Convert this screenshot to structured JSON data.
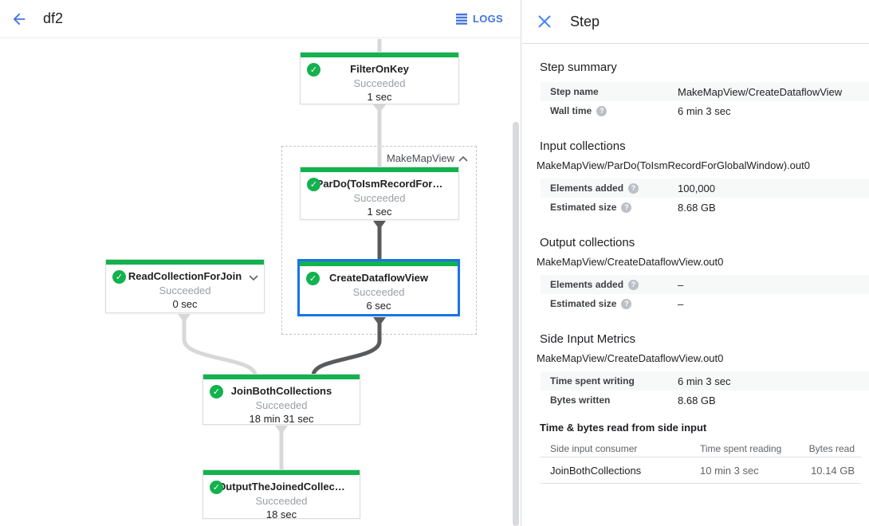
{
  "topbar": {
    "title": "df2",
    "logs_label": "LOGS"
  },
  "panel": {
    "title": "Step",
    "step_summary": {
      "heading": "Step summary",
      "step_name_label": "Step name",
      "step_name_value": "MakeMapView/CreateDataflowView",
      "wall_time_label": "Wall time",
      "wall_time_value": "6 min 3 sec"
    },
    "input_collections": {
      "heading": "Input collections",
      "collection": "MakeMapView/ParDo(ToIsmRecordForGlobalWindow).out0",
      "elements_added_label": "Elements added",
      "elements_added_value": "100,000",
      "estimated_size_label": "Estimated size",
      "estimated_size_value": "8.68 GB"
    },
    "output_collections": {
      "heading": "Output collections",
      "collection": "MakeMapView/CreateDataflowView.out0",
      "elements_added_label": "Elements added",
      "elements_added_value": "–",
      "estimated_size_label": "Estimated size",
      "estimated_size_value": "–"
    },
    "side_input_metrics": {
      "heading": "Side Input Metrics",
      "collection": "MakeMapView/CreateDataflowView.out0",
      "time_writing_label": "Time spent writing",
      "time_writing_value": "6 min 3 sec",
      "bytes_written_label": "Bytes written",
      "bytes_written_value": "8.68 GB"
    },
    "side_input_table": {
      "heading": "Time & bytes read from side input",
      "col_consumer": "Side input consumer",
      "col_time": "Time spent reading",
      "col_bytes": "Bytes read",
      "row_consumer": "JoinBothCollections",
      "row_time": "10 min 3 sec",
      "row_bytes": "10.14 GB"
    }
  },
  "graph": {
    "group_label": "MakeMapView",
    "nodes": {
      "filter_on_key": {
        "title": "FilterOnKey",
        "status": "Succeeded",
        "time": "1 sec"
      },
      "pardo": {
        "title": "ParDo(ToIsmRecordFor…",
        "status": "Succeeded",
        "time": "1 sec"
      },
      "create_dataflow_view": {
        "title": "CreateDataflowView",
        "status": "Succeeded",
        "time": "6 sec"
      },
      "read_collection": {
        "title": "ReadCollectionForJoin",
        "status": "Succeeded",
        "time": "0 sec"
      },
      "join_both": {
        "title": "JoinBothCollections",
        "status": "Succeeded",
        "time": "18 min 31 sec"
      },
      "output_joined": {
        "title": "OutputTheJoinedCollec…",
        "status": "Succeeded",
        "time": "18 sec"
      }
    },
    "check_glyph": "✓",
    "help_glyph": "?"
  },
  "colors": {
    "green": "#12b24e",
    "accent_blue": "#1a73e8",
    "edge_light": "#d8d8d8",
    "edge_dark": "#595a5c"
  }
}
